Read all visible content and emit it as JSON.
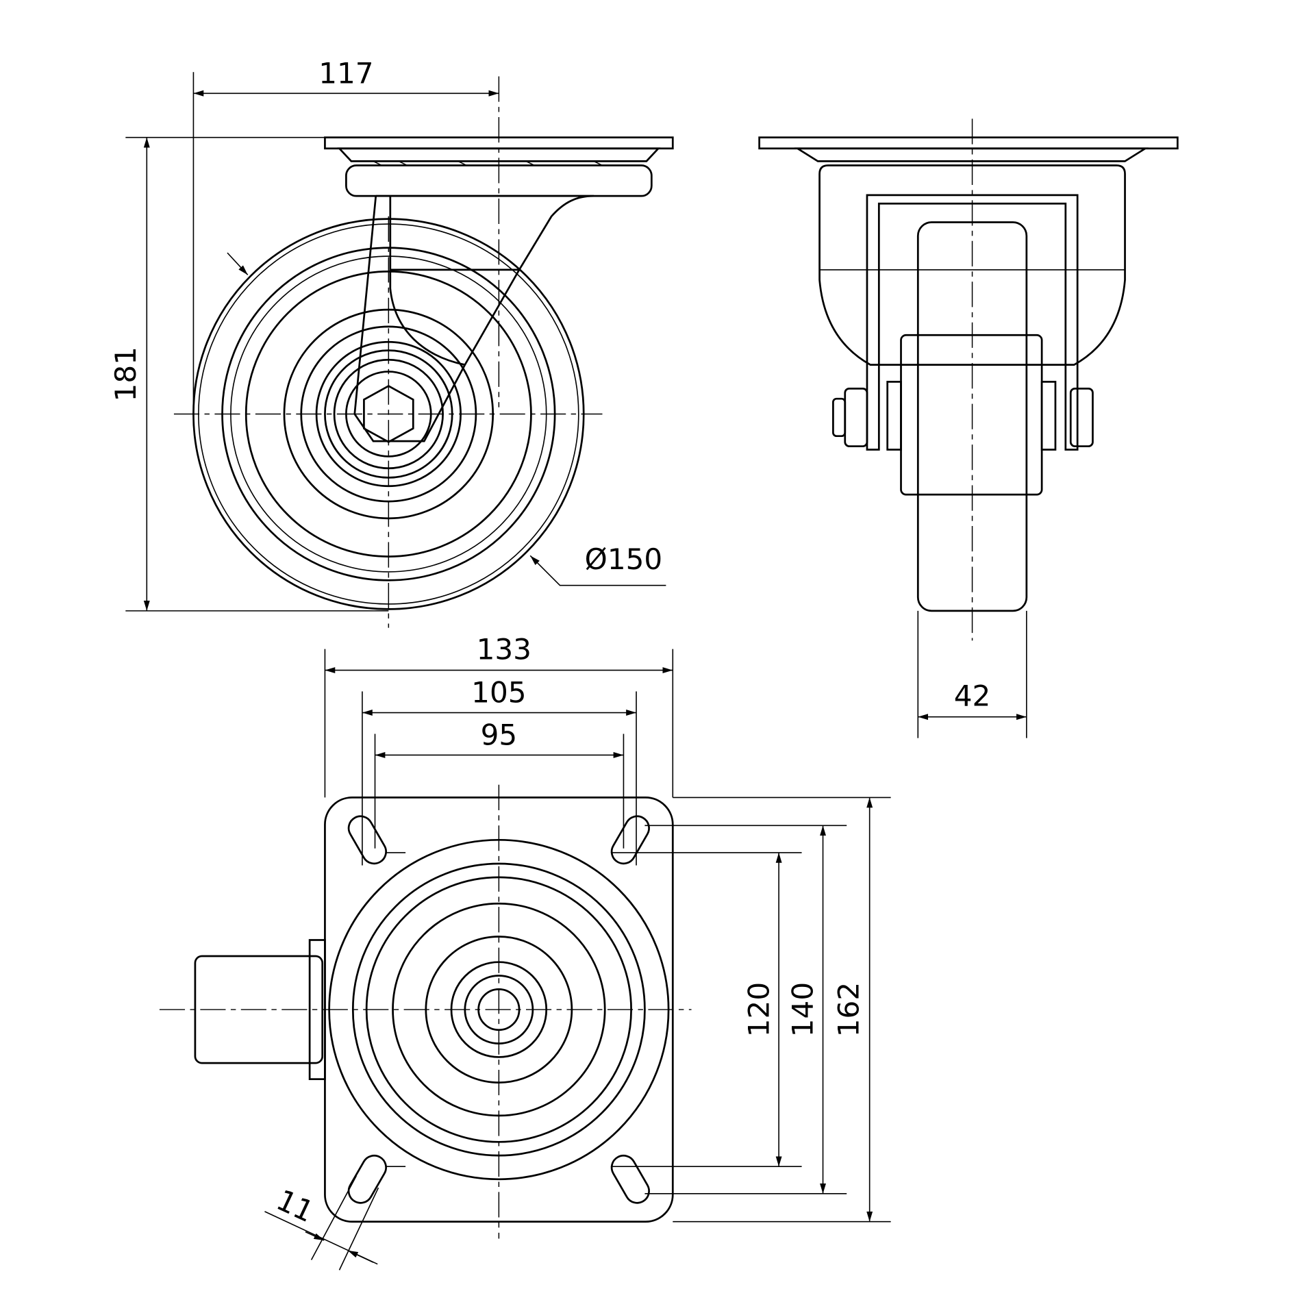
{
  "drawing": {
    "title": "Swivel castor technical drawing",
    "side_view": {
      "height": "181",
      "offset": "117",
      "wheel_diameter": "Ø150"
    },
    "front_view": {
      "wheel_width": "42"
    },
    "top_view": {
      "plate_width": "133",
      "hole_spacing_outer_x": "105",
      "hole_spacing_inner_x": "95",
      "hole_spacing_inner_y": "120",
      "hole_spacing_outer_y": "140",
      "plate_length": "162",
      "slot_width": "11"
    },
    "line_color": "#000000",
    "background": "#ffffff"
  }
}
